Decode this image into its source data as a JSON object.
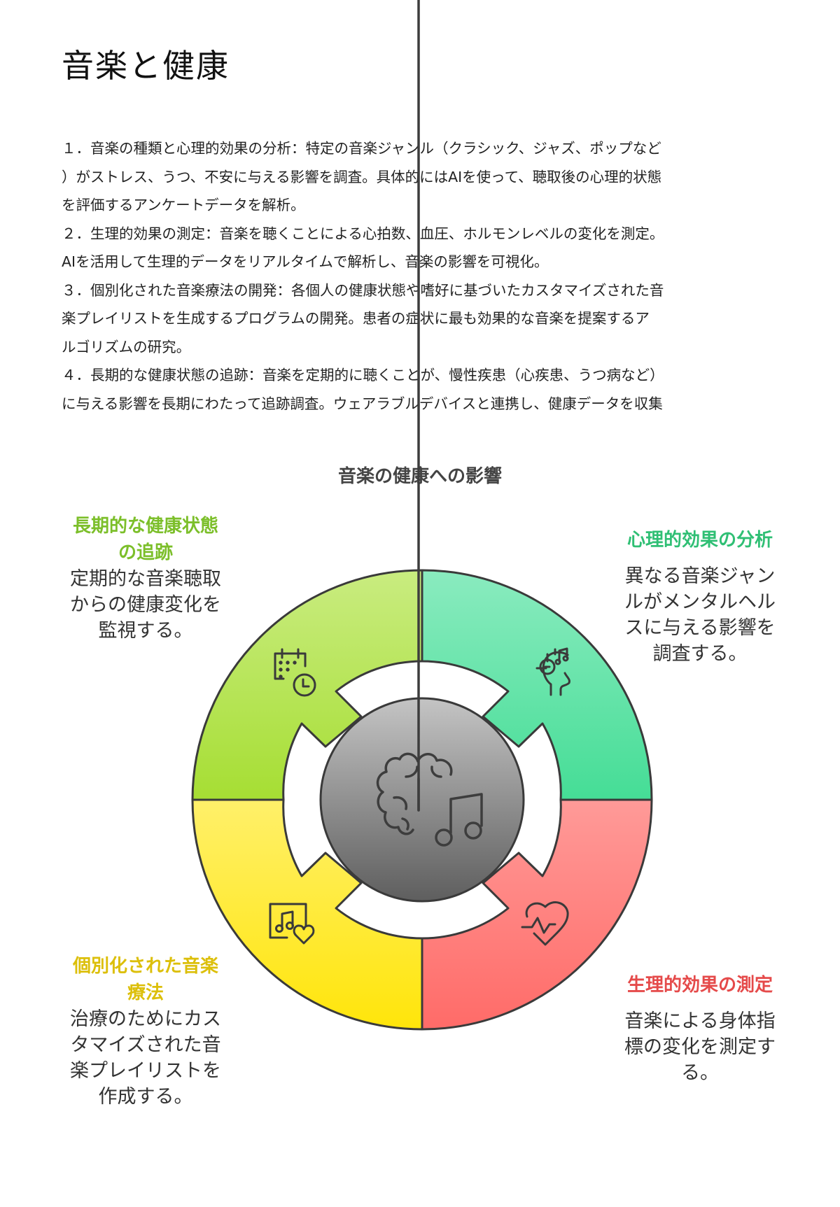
{
  "page": {
    "title": "音楽と健康"
  },
  "body": {
    "lines": [
      "１．音楽の種類と心理的効果の分析：特定の音楽ジャンル（クラシック、ジャズ、ポップなど",
      "）がストレス、うつ、不安に与える影響を調査。具体的にはAIを使って、聴取後の心理的状態",
      "を評価するアンケートデータを解析。",
      "２．生理的効果の測定：音楽を聴くことによる心拍数、血圧、ホルモンレベルの変化を測定。",
      "AIを活用して生理的データをリアルタイムで解析し、音楽の影響を可視化。",
      "３．個別化された音楽療法の開発：各個人の健康状態や嗜好に基づいたカスタマイズされた音",
      "楽プレイリストを生成するプログラムの開発。患者の症状に最も効果的な音楽を提案するア",
      "ルゴリズムの研究。",
      "４．長期的な健康状態の追跡：音楽を定期的に聴くことが、慢性疾患（心疾患、うつ病など）",
      "に与える影響を長期にわたって追跡調査。ウェアラブルデバイスと連携し、健康データを収集"
    ]
  },
  "diagram": {
    "title": "音楽の健康への影響",
    "center_icon": "brain-music-icon",
    "center_colors": [
      "#c4c4c4",
      "#5e5e5e"
    ],
    "outline_color": "#3a3a3a",
    "segments": [
      {
        "position": "top-left",
        "title_lines": [
          "長期的な健康状態",
          "の追跡"
        ],
        "desc_lines": [
          "定期的な音楽聴取",
          "からの健康変化を",
          "監視する。"
        ],
        "icon": "calendar-clock-icon",
        "title_color": "#7cbf2a",
        "fill_top": "#c9ec80",
        "fill_bottom": "#a6de33"
      },
      {
        "position": "top-right",
        "title_lines": [
          "心理的効果の分析"
        ],
        "desc_lines": [
          "異なる音楽ジャン",
          "ルがメンタルヘル",
          "スに与える影響を",
          "調査する。"
        ],
        "icon": "headphones-head-music-icon",
        "title_color": "#2fbf74",
        "fill_top": "#8aebbf",
        "fill_bottom": "#45dd96"
      },
      {
        "position": "bottom-left",
        "title_lines": [
          "個別化された音楽",
          "療法"
        ],
        "desc_lines": [
          "治療のためにカス",
          "タマイズされた音",
          "楽プレイリストを",
          "作成する。"
        ],
        "icon": "music-playlist-heart-icon",
        "title_color": "#dcbf0a",
        "fill_top": "#fff06a",
        "fill_bottom": "#ffe50a"
      },
      {
        "position": "bottom-right",
        "title_lines": [
          "生理的効果の測定"
        ],
        "desc_lines": [
          "音楽による身体指",
          "標の変化を測定す",
          "る。"
        ],
        "icon": "heart-pulse-icon",
        "title_color": "#e54a4a",
        "fill_top": "#ff9a98",
        "fill_bottom": "#ff6b68"
      }
    ]
  }
}
